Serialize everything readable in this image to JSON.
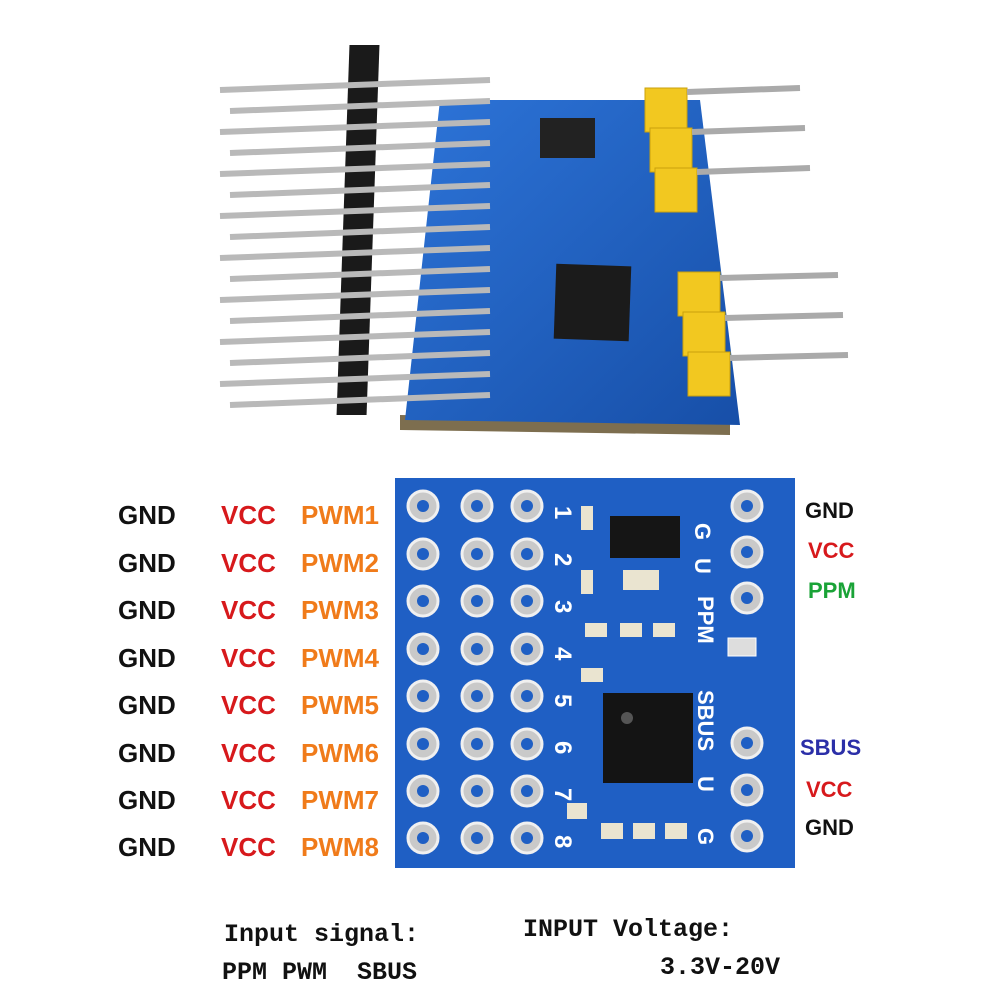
{
  "left_pins": [
    {
      "gnd": "GND",
      "vcc": "VCC",
      "pwm": "PWM1"
    },
    {
      "gnd": "GND",
      "vcc": "VCC",
      "pwm": "PWM2"
    },
    {
      "gnd": "GND",
      "vcc": "VCC",
      "pwm": "PWM3"
    },
    {
      "gnd": "GND",
      "vcc": "VCC",
      "pwm": "PWM4"
    },
    {
      "gnd": "GND",
      "vcc": "VCC",
      "pwm": "PWM5"
    },
    {
      "gnd": "GND",
      "vcc": "VCC",
      "pwm": "PWM6"
    },
    {
      "gnd": "GND",
      "vcc": "VCC",
      "pwm": "PWM7"
    },
    {
      "gnd": "GND",
      "vcc": "VCC",
      "pwm": "PWM8"
    }
  ],
  "right_top": {
    "gnd": "GND",
    "vcc": "VCC",
    "ppm": "PPM"
  },
  "right_bottom": {
    "sbus": "SBUS",
    "vcc": "VCC",
    "gnd": "GND"
  },
  "board_silk": {
    "ppm": "PPM",
    "sbus": "SBUS",
    "g": "G",
    "u": "U",
    "numbers": [
      "1",
      "2",
      "3",
      "4",
      "5",
      "6",
      "7",
      "8"
    ]
  },
  "footer": {
    "input_signal_label": "Input signal:",
    "input_signal_values": "PPM PWM  SBUS",
    "voltage_label": "INPUT Voltage:",
    "voltage_value": "3.3V-20V"
  },
  "colors": {
    "gnd": "#111111",
    "vcc": "#d7191c",
    "pwm": "#f07b1a",
    "ppm": "#1aa337",
    "sbus": "#2b2fa8",
    "pcb": "#1f5fc4"
  }
}
